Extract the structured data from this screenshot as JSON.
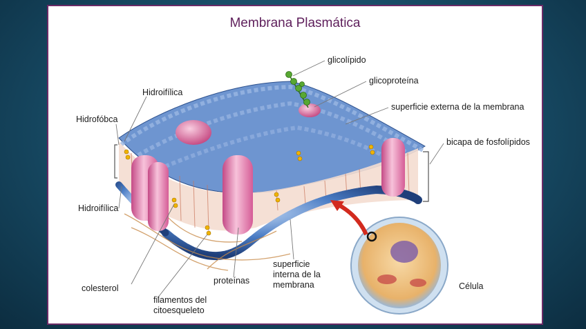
{
  "title": "Membrana Plasmática",
  "labels": {
    "glicolipido": "glicolípido",
    "glicoproteina": "glicoproteína",
    "superficie_externa": "superficie externa de la membrana",
    "bicapa": "bicapa de fosfolípidos",
    "hidrofilica_top": "Hidroifílica",
    "hidrofobica": "Hidrofóbca",
    "hidrofilica_bottom": "Hidroifílica",
    "colesterol": "colesterol",
    "filamentos_l1": "filamentos del",
    "filamentos_l2": "citoesqueleto",
    "proteinas": "proteínas",
    "superficie_interna_l1": "superficie",
    "superficie_interna_l2": "interna de la",
    "superficie_interna_l3": "membrana",
    "celula": "Célula"
  },
  "colors": {
    "title": "#5e1f5b",
    "frame": "#6b2a66",
    "phospholipid_head": "#3d6fb6",
    "protein": "#e78ab4",
    "cholesterol": "#f0b400",
    "cytoskeleton": "#c98c4a"
  }
}
